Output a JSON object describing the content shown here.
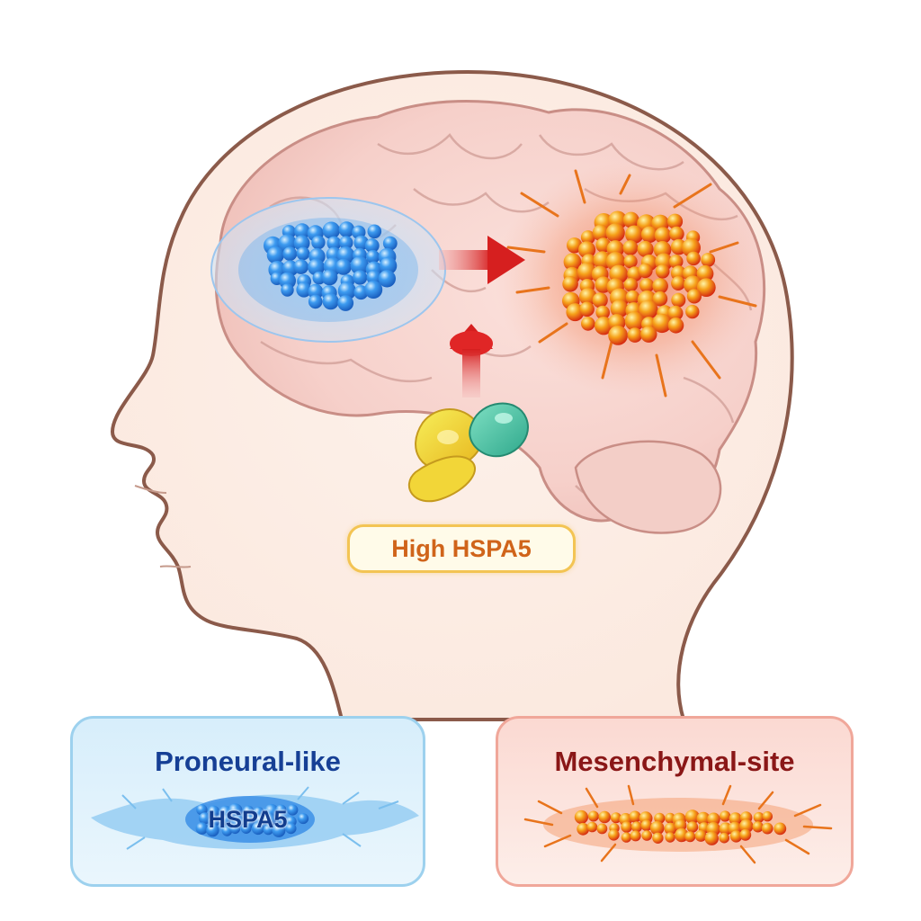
{
  "diagram": {
    "badge_label": "High HSPA5",
    "left_panel": {
      "title": "Proneural-like",
      "inner_label": "HSPA5"
    },
    "right_panel": {
      "title": "Mesenchymal-site"
    },
    "colors": {
      "proneural_blue": "#2f86e8",
      "mesenchymal_red": "#e23a1c",
      "arrow_red": "#d62020",
      "badge_text": "#d0641a",
      "head_outline": "#8b5a4a"
    }
  }
}
